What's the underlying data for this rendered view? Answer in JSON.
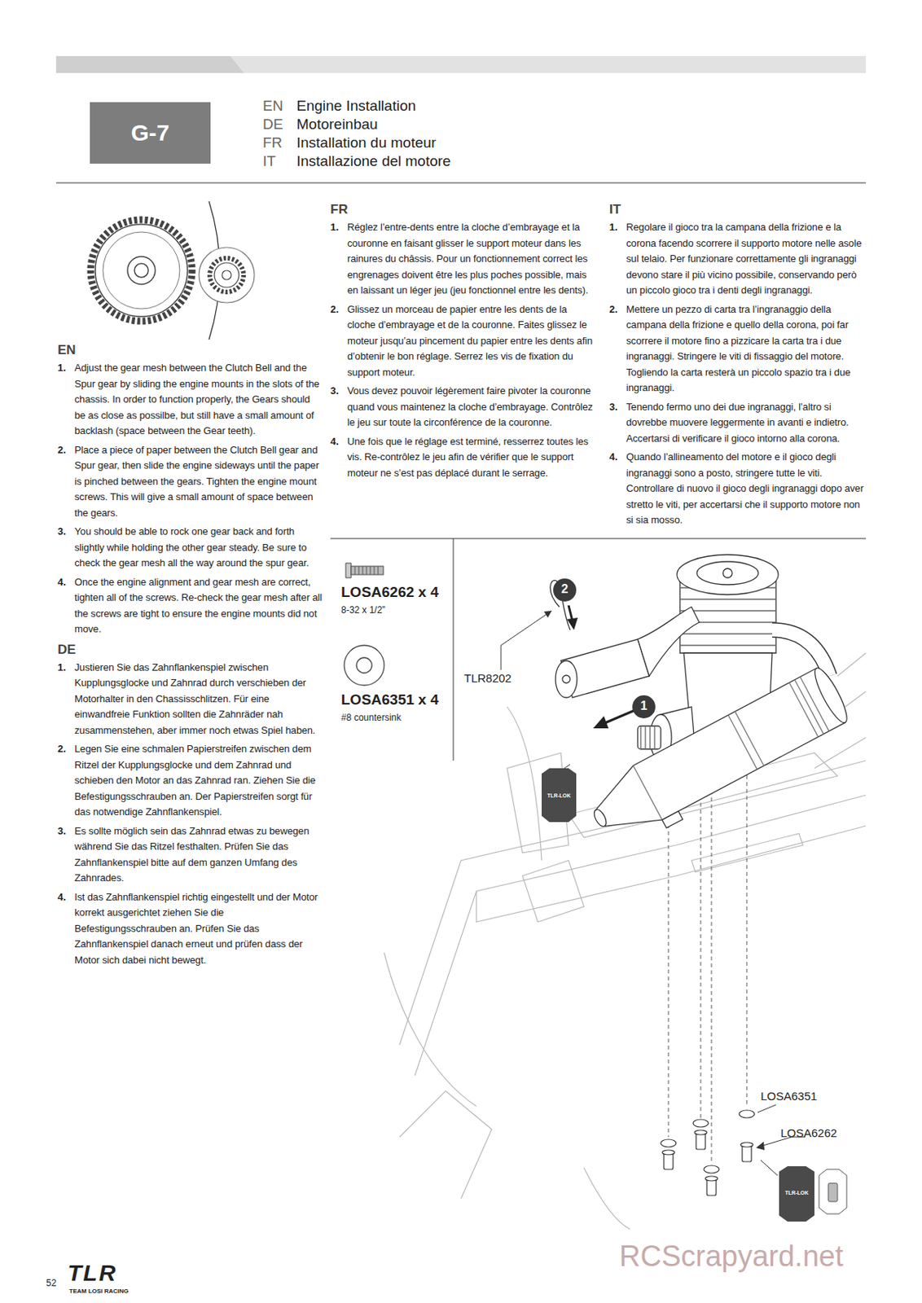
{
  "diagram": {
    "nodes": [
      {
        "text": [
          "G-7"
        ]
      }
    ],
    "labels": [
      "EN",
      "Engine Installation",
      "DE",
      "Motoreinbau",
      "FR",
      "Installation du moteur",
      "IT",
      "Installazione del motore",
      "EN",
      "1.",
      "Adjust the gear mesh between the Clutch Bell and the Spur gear by sliding the engine mounts in the slots of the chassis. In order to function properly, the Gears should be as close as possilbe, but still have a small amount of backlash (space between the Gear teeth).",
      "2.",
      "Place a piece of paper between the Clutch Bell gear and Spur gear, then slide the engine sideways until the paper is pinched between the gears. Tighten the engine mount screws. This will give a small amount of space between the gears.",
      "3.",
      "You should be able to rock one gear back and forth slightly while holding the other gear steady. Be sure to check the gear mesh all the way around the spur gear.",
      "4.",
      "Once the engine alignment and gear mesh are correct, tighten all of the screws. Re-check the gear mesh after all the screws are tight to ensure the engine mounts did not move.",
      "DE",
      "1.",
      "Justieren Sie das Zahnflankenspiel zwischen Kupplungsglocke und Zahnrad durch verschieben der Motorhalter in den Chassisschlitzen. Für eine einwandfreie Funktion sollten die Zahnräder nah zusammenstehen, aber immer noch etwas Spiel haben.",
      "2.",
      "Legen Sie eine schmalen Papierstreifen zwischen dem Ritzel der Kupplungsglocke und dem Zahnrad und schieben den Motor an das Zahnrad ran. Ziehen Sie die Befestigungsschrauben an. Der Papierstreifen sorgt für das notwendige Zahnflankenspiel.",
      "3.",
      "Es sollte möglich sein das Zahnrad etwas zu bewegen während Sie das Ritzel festhalten. Prüfen Sie das Zahnflankenspiel bitte auf dem ganzen Umfang des Zahnrades.",
      "4.",
      "Ist das Zahnflankenspiel richtig eingestellt und der Motor korrekt ausgerichtet ziehen Sie die Befestigungsschrauben an. Prüfen Sie das Zahnflankenspiel danach erneut und prüfen dass der Motor sich dabei nicht bewegt.",
      "FR",
      "1.",
      "Réglez l’entre-dents entre la cloche d’embrayage et la couronne en faisant glisser le support moteur dans les rainures du châssis. Pour un fonctionnement correct les engrenages doivent être les plus poches possible, mais en laissant un léger jeu (jeu fonctionnel entre les dents).",
      "2.",
      "Glissez un morceau de papier entre les dents de la cloche d’embrayage et de la couronne. Faites glissez le moteur jusqu’au pincement du papier entre les dents afin d’obtenir le bon réglage. Serrez les vis de fixation du support moteur.",
      "3.",
      "Vous devez pouvoir légèrement faire pivoter la couronne quand vous maintenez la cloche d’embrayage. Contrôlez le jeu sur toute la circonférence de la couronne.",
      "4.",
      "Une fois que le réglage est terminé, resserrez toutes les vis. Re-contrôlez le jeu afin de vérifier que le support moteur ne s’est pas déplacé durant le serrage.",
      "IT",
      "1.",
      "Regolare il gioco tra la campana della frizione e la corona facendo scorrere il supporto motore nelle asole sul telaio. Per funzionare correttamente gli ingranaggi devono stare il più vicino possibile, conservando però un piccolo gioco tra i denti degli ingranaggi.",
      "2.",
      "Mettere un pezzo di carta tra l’ingranaggio della campana della frizione e quello della corona, poi far scorrere il motore fino a pizzicare la carta tra i due ingranaggi. Stringere le viti di fissaggio del motore. Togliendo la carta resterà un piccolo spazio tra i due ingranaggi.",
      "3.",
      "Tenendo fermo uno dei due ingranaggi, l’altro si dovrebbe muovere leggermente in avanti e indietro. Accertarsi di verificare il gioco intorno alla corona.",
      "4.",
      "Quando l’allineamento del motore e il gioco degli ingranaggi sono a posto, stringere tutte le viti. Controllare di nuovo il gioco degli ingranaggi dopo aver stretto le viti, per accertarsi che il supporto motore non si sia mosso.",
      "LOSA6262 x 4",
      "8-32 x 1/2”",
      "LOSA6351 x 4",
      "#8 countersink",
      "TLR8202",
      "2",
      "1",
      "TLR-LOK",
      "LOSA6351",
      "LOSA6262",
      "TLR-LOK",
      "52",
      "TLR",
      "TEAM LOSI RACING",
      "RCScrapyard.net"
    ]
  }
}
